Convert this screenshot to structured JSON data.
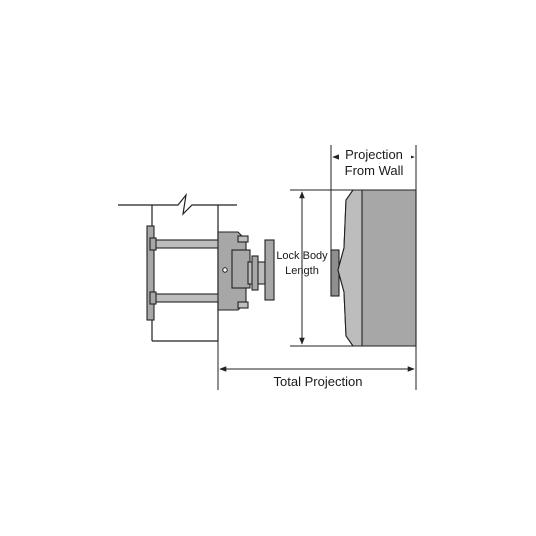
{
  "labels": {
    "projection_from_wall_line1": "Projection",
    "projection_from_wall_line2": "From Wall",
    "lock_body_length_line1": "Lock Body",
    "lock_body_length_line2": "Length",
    "total_projection": "Total Projection"
  },
  "colors": {
    "part_fill": "#a7a7a7",
    "part_fill_light": "#bdbdbd",
    "line": "#222222",
    "background": "#ffffff"
  }
}
